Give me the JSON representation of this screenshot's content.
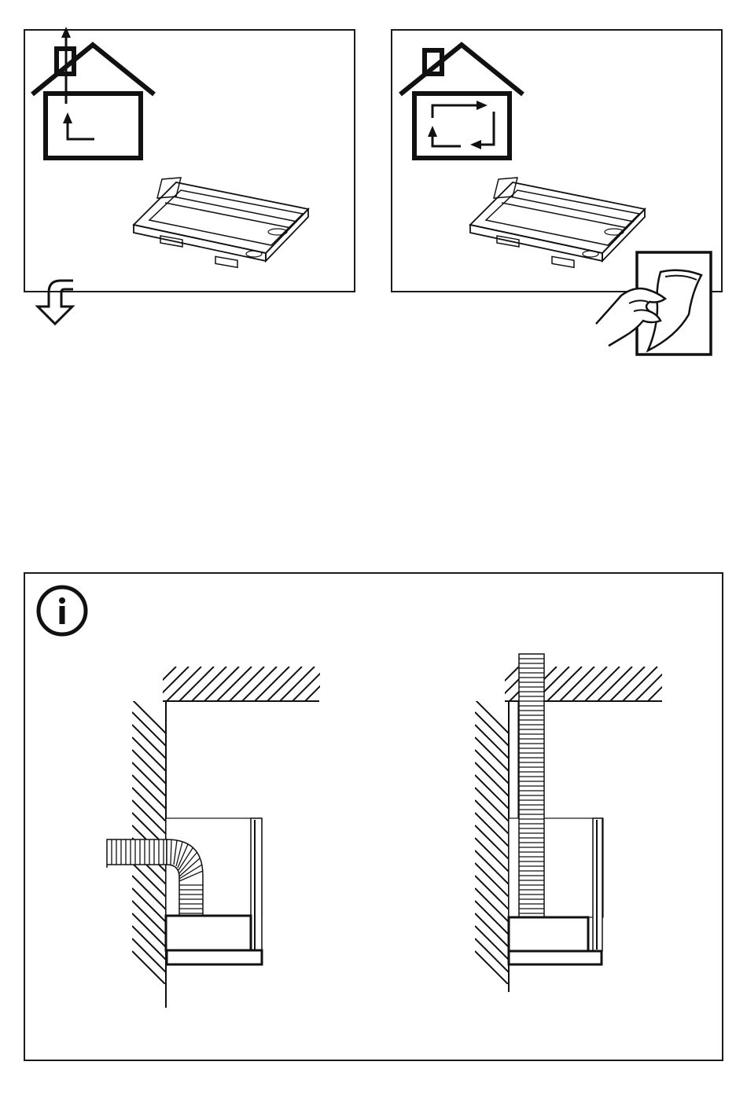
{
  "colors": {
    "ink": "#111111",
    "background": "#ffffff"
  },
  "panels": [
    {
      "name": "extraction-mode-panel",
      "icons": [
        "house-icon",
        "chimney-icon",
        "exhaust-up-arrow-icon",
        "cooker-hood-icon",
        "down-arrow-icon"
      ]
    },
    {
      "name": "recirculation-mode-panel",
      "icons": [
        "house-icon",
        "chimney-icon",
        "recirculation-arrows-icon",
        "cooker-hood-icon",
        "filter-sheet-icon",
        "hand-icon"
      ]
    },
    {
      "name": "installation-info-panel",
      "icons": [
        "info-icon",
        "wall-hatching-icon",
        "ceiling-hatching-icon",
        "flexible-duct-icon",
        "vertical-duct-icon",
        "cabinet-icon"
      ]
    }
  ]
}
